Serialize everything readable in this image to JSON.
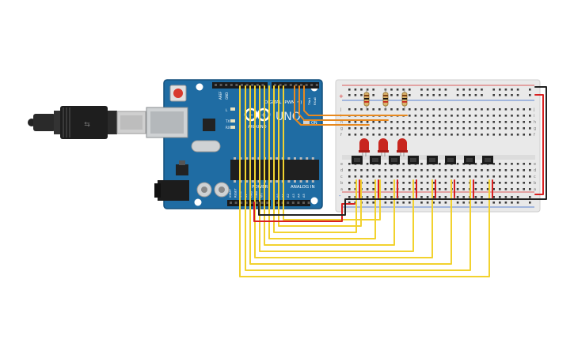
{
  "board": {
    "brand": "ARDUINO",
    "model": "UNO",
    "header_digital": "DIGITAL (PWM ~)",
    "header_power": "POWER",
    "header_analog": "ANALOG IN",
    "label_on": "ON",
    "label_tx": "TX",
    "label_rx": "RX",
    "label_l": "L",
    "label_aref": "AREF",
    "label_gnd": "GND",
    "label_txrx": "TX►1",
    "label_rxrx": "RX◄0",
    "power_pins": [
      "IOREF",
      "RESET",
      "3.3V",
      "5V",
      "GND",
      "GND",
      "Vin"
    ],
    "analog_pins": [
      "A0",
      "A1",
      "A2",
      "A3",
      "A4",
      "A5"
    ]
  },
  "breadboard": {
    "rows_top": [
      "j",
      "i",
      "h",
      "g",
      "f"
    ],
    "rows_bottom": [
      "e",
      "d",
      "c",
      "b",
      "a"
    ],
    "plus": "+",
    "minus": "-"
  },
  "colors": {
    "board_blue": "#1f6ca3",
    "wire_yellow": "#f2d22e",
    "wire_orange": "#e7891f",
    "wire_red": "#d92020",
    "wire_black": "#222222",
    "led_red": "#c8261f",
    "breadboard_bg": "#e9e9e9"
  },
  "icons": {
    "usb_cable": "usb-cable-icon",
    "reset_button": "reset-button-icon",
    "power_jack": "power-jack-icon",
    "chip": "microcontroller-chip-icon",
    "logo": "arduino-infinity-logo"
  }
}
